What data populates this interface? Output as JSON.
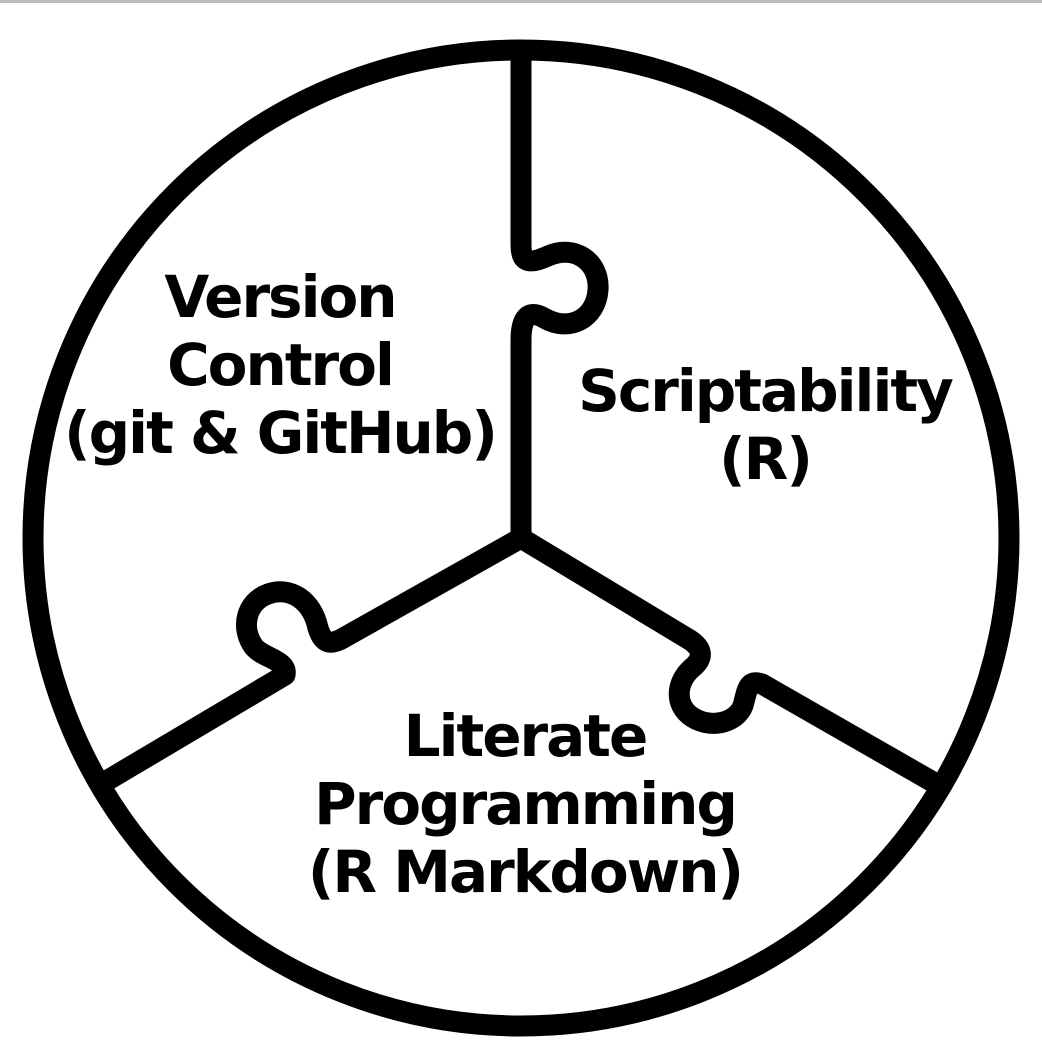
{
  "pieces": [
    {
      "id": "version-control",
      "lines": [
        "Version",
        "Control",
        "(git & GitHub)"
      ]
    },
    {
      "id": "scriptability",
      "lines": [
        "Scriptability",
        "(R)"
      ]
    },
    {
      "id": "literate-programming",
      "lines": [
        "Literate",
        "Programming",
        "(R Markdown)"
      ]
    }
  ],
  "colors": {
    "stroke": "#000000",
    "background": "#ffffff",
    "top_rule": "#b9bec6"
  }
}
